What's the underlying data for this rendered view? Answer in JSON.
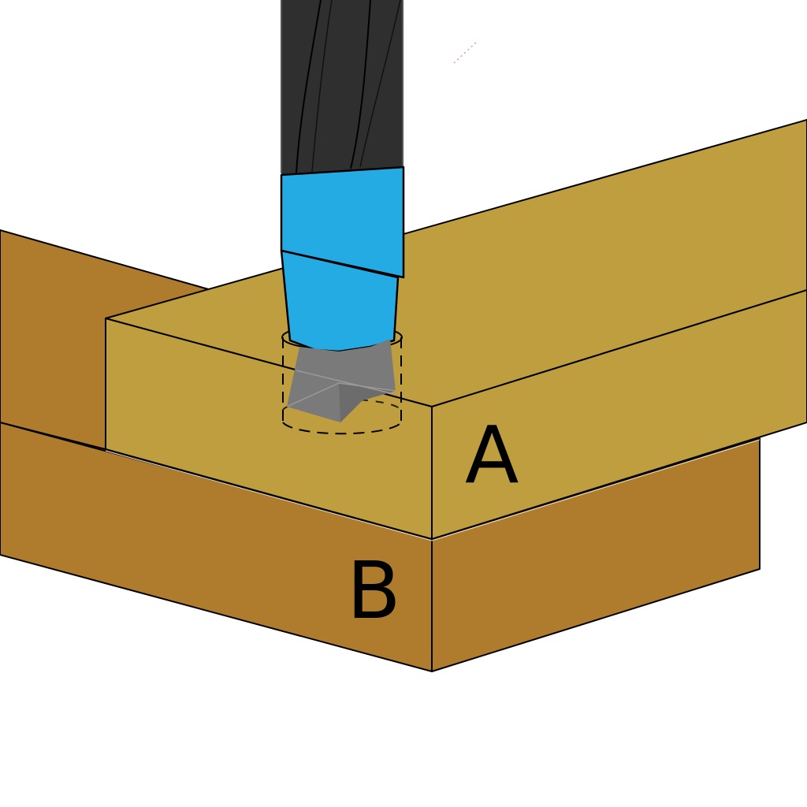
{
  "diagram": {
    "description": "Drill bit boring a hole through board A resting on board B",
    "labels": {
      "board_a": "A",
      "board_b": "B"
    },
    "colors": {
      "board_a": "#bf9e40",
      "board_b": "#af7b2d",
      "drill_body": "#2f2f2f",
      "drill_flute": "#222222",
      "collar": "#25abe3",
      "bit_tip": "#7a7a7a",
      "outline": "#000000",
      "background": "#ffffff"
    },
    "elements": [
      {
        "id": "board-b",
        "label": "B",
        "role": "lower board"
      },
      {
        "id": "board-a",
        "label": "A",
        "role": "upper board"
      },
      {
        "id": "drill",
        "role": "drill bit with blue depth collar"
      },
      {
        "id": "hole-outline",
        "role": "dashed cylinder indicating hole path"
      }
    ]
  }
}
